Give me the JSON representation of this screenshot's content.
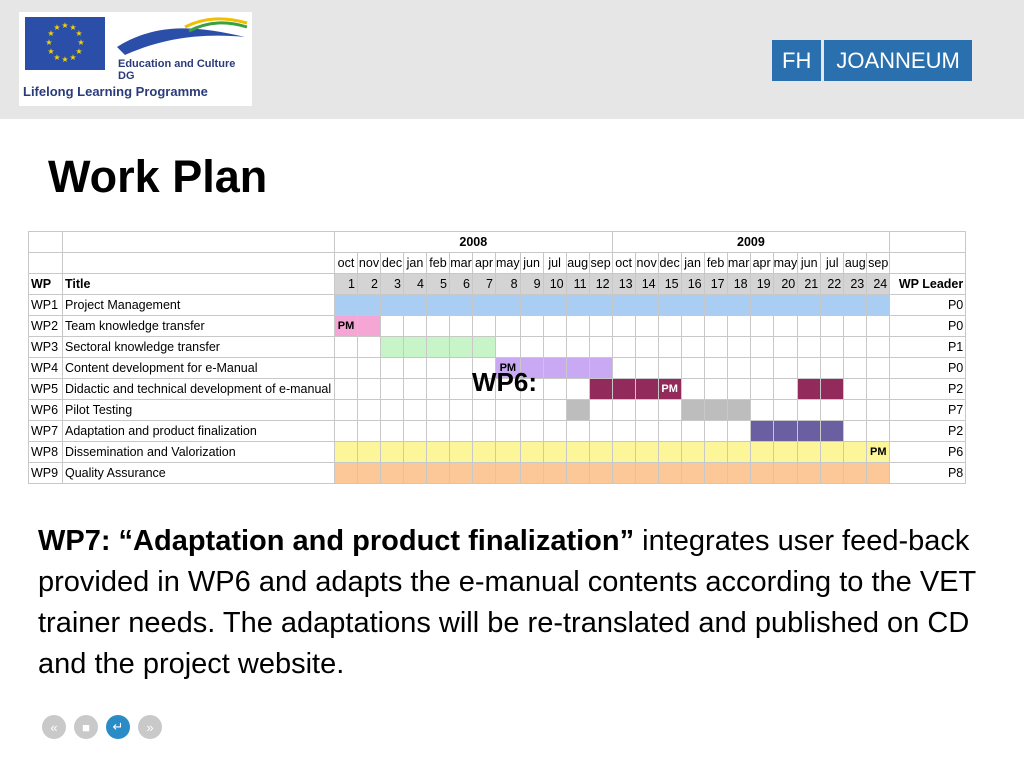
{
  "header": {
    "eu_dg": "Education and Culture DG",
    "eu_programme": "Lifelong Learning Programme",
    "fh_part1": "FH",
    "fh_part2": "JOANNEUM"
  },
  "title": "Work Plan",
  "table": {
    "year1": "2008",
    "year2": "2009",
    "months": [
      "oct",
      "nov",
      "dec",
      "jan",
      "feb",
      "mar",
      "apr",
      "may",
      "jun",
      "jul",
      "aug",
      "sep",
      "oct",
      "nov",
      "dec",
      "jan",
      "feb",
      "mar",
      "apr",
      "may",
      "jun",
      "jul",
      "aug",
      "sep"
    ],
    "numbers": [
      "1",
      "2",
      "3",
      "4",
      "5",
      "6",
      "7",
      "8",
      "9",
      "10",
      "11",
      "12",
      "13",
      "14",
      "15",
      "16",
      "17",
      "18",
      "19",
      "20",
      "21",
      "22",
      "23",
      "24"
    ],
    "head_wp": "WP",
    "head_title": "Title",
    "head_leader": "WP Leader",
    "rows": [
      {
        "wp": "WP1",
        "title": "Project Management",
        "leader": "P0"
      },
      {
        "wp": "WP2",
        "title": "Team knowledge transfer",
        "leader": "P0"
      },
      {
        "wp": "WP3",
        "title": "Sectoral knowledge transfer",
        "leader": "P1"
      },
      {
        "wp": "WP4",
        "title": "Content development for e-Manual",
        "leader": "P0"
      },
      {
        "wp": "WP5",
        "title": "Didactic and technical development of e-manual",
        "leader": "P2"
      },
      {
        "wp": "WP6",
        "title": "Pilot Testing",
        "leader": "P7"
      },
      {
        "wp": "WP7",
        "title": "Adaptation and product finalization",
        "leader": "P2"
      },
      {
        "wp": "WP8",
        "title": "Dissemination and Valorization",
        "leader": "P6"
      },
      {
        "wp": "WP9",
        "title": "Quality Assurance",
        "leader": "P8"
      }
    ],
    "pm_label": "PM",
    "bars": [
      {
        "row": 0,
        "from": 1,
        "to": 24,
        "color": "#a9cdf3"
      },
      {
        "row": 1,
        "from": 1,
        "to": 2,
        "color": "#f6a6d4",
        "pm": 1
      },
      {
        "row": 2,
        "from": 3,
        "to": 7,
        "color": "#c8f5c8"
      },
      {
        "row": 3,
        "from": 8,
        "to": 12,
        "color": "#c9a9f3",
        "pm": 8
      },
      {
        "row": 4,
        "from": 12,
        "to": 15,
        "color": "#922a5c",
        "pm": 15
      },
      {
        "row": 4,
        "from": 21,
        "to": 22,
        "color": "#922a5c"
      },
      {
        "row": 5,
        "from": 11,
        "to": 11,
        "color": "#bdbdbd"
      },
      {
        "row": 5,
        "from": 16,
        "to": 18,
        "color": "#bdbdbd"
      },
      {
        "row": 6,
        "from": 19,
        "to": 22,
        "color": "#6a5fa0"
      },
      {
        "row": 7,
        "from": 1,
        "to": 24,
        "color": "#fdf59a",
        "pm": 24
      },
      {
        "row": 8,
        "from": 1,
        "to": 24,
        "color": "#fcc898"
      }
    ]
  },
  "overlay": "WP6:",
  "body_bold": "WP7: “Adaptation and product finalization”",
  "body_rest": " integrates user feed-back provided in WP6 and adapts the e-manual contents according to the VET trainer needs. The adaptations will be re-translated and published on CD and the project website.",
  "nav": [
    {
      "icon": "rewind-icon",
      "glyph": "«"
    },
    {
      "icon": "stop-icon",
      "glyph": "■"
    },
    {
      "icon": "return-icon",
      "glyph": "↵"
    },
    {
      "icon": "next-icon",
      "glyph": "»"
    }
  ]
}
